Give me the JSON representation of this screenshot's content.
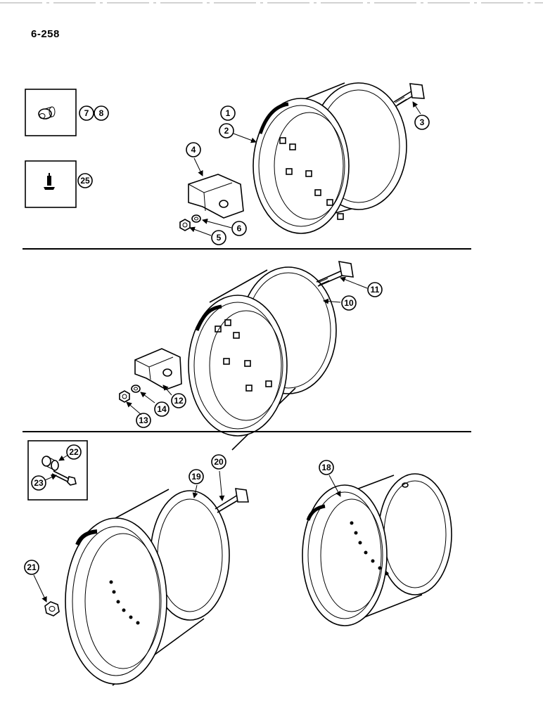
{
  "page_number": "6-258",
  "callouts": {
    "c1": "1",
    "c2": "2",
    "c3": "3",
    "c4": "4",
    "c5": "5",
    "c6": "6",
    "c7": "7",
    "c8": "8",
    "c25": "25",
    "c10": "10",
    "c11": "11",
    "c12": "12",
    "c13": "13",
    "c14": "14",
    "c18": "18",
    "c19": "19",
    "c20": "20",
    "c21": "21",
    "c22": "22",
    "c23": "23"
  }
}
